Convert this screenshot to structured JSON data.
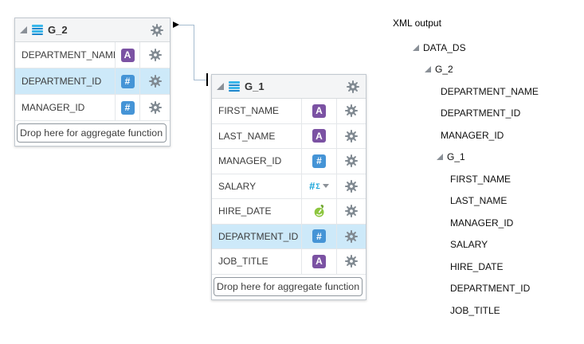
{
  "icons": {
    "text_glyph": "A",
    "number_glyph": "#",
    "sigma_glyph": "Σ"
  },
  "colors": {
    "selection_blue": "#cde9f9",
    "number_icon_blue": "#4594d6",
    "text_icon_purple": "#7b52a3",
    "date_icon_green": "#8dc63f",
    "aggregate_blue": "#12a2d9",
    "connector_line": "#a6bcd0",
    "gear_gray": "#818a92"
  },
  "g2_panel": {
    "title": "G_2",
    "drop_hint": "Drop here for aggregate function",
    "rows": [
      {
        "label": "DEPARTMENT_NAME",
        "type": "text",
        "selected": false
      },
      {
        "label": "DEPARTMENT_ID",
        "type": "number",
        "selected": true
      },
      {
        "label": "MANAGER_ID",
        "type": "number",
        "selected": false
      }
    ]
  },
  "g1_panel": {
    "title": "G_1",
    "drop_hint": "Drop here for aggregate function",
    "rows": [
      {
        "label": "FIRST_NAME",
        "type": "text",
        "selected": false
      },
      {
        "label": "LAST_NAME",
        "type": "text",
        "selected": false
      },
      {
        "label": "MANAGER_ID",
        "type": "number",
        "selected": false
      },
      {
        "label": "SALARY",
        "type": "number-aggregate",
        "selected": false
      },
      {
        "label": "HIRE_DATE",
        "type": "date",
        "selected": false
      },
      {
        "label": "DEPARTMENT_ID",
        "type": "number",
        "selected": true
      },
      {
        "label": "JOB_TITLE",
        "type": "text",
        "selected": false
      }
    ]
  },
  "xml_output": {
    "title": "XML output",
    "nodes": [
      {
        "label": "DATA_DS",
        "group": true
      },
      {
        "label": "G_2",
        "group": true
      },
      {
        "label": "DEPARTMENT_NAME",
        "group": false
      },
      {
        "label": "DEPARTMENT_ID",
        "group": false
      },
      {
        "label": "MANAGER_ID",
        "group": false
      },
      {
        "label": "G_1",
        "group": true
      },
      {
        "label": "FIRST_NAME",
        "group": false
      },
      {
        "label": "LAST_NAME",
        "group": false
      },
      {
        "label": "MANAGER_ID",
        "group": false
      },
      {
        "label": "SALARY",
        "group": false
      },
      {
        "label": "HIRE_DATE",
        "group": false
      },
      {
        "label": "DEPARTMENT_ID",
        "group": false
      },
      {
        "label": "JOB_TITLE",
        "group": false
      }
    ]
  }
}
